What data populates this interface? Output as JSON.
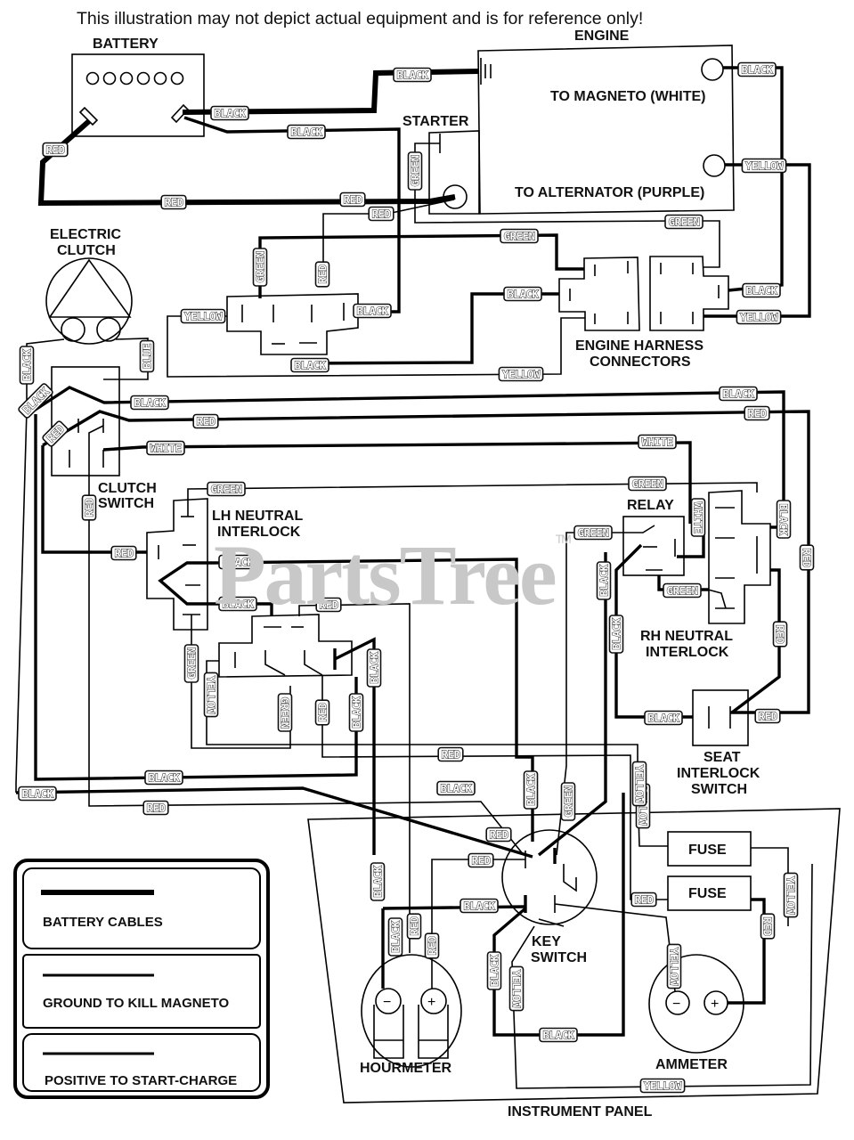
{
  "disclaimer": "This illustration may not depict actual equipment and is for reference only!",
  "watermark": "PartsTree",
  "watermark_tm": "TM",
  "components": {
    "battery": "BATTERY",
    "engine": "ENGINE",
    "to_magneto": "TO MAGNETO (WHITE)",
    "to_alternator": "TO ALTERNATOR (PURPLE)",
    "starter": "STARTER",
    "electric_clutch_line1": "ELECTRIC",
    "electric_clutch_line2": "CLUTCH",
    "engine_harness_line1": "ENGINE HARNESS",
    "engine_harness_line2": "CONNECTORS",
    "clutch_switch_line1": "CLUTCH",
    "clutch_switch_line2": "SWITCH",
    "lh_neutral_line1": "LH NEUTRAL",
    "lh_neutral_line2": "INTERLOCK",
    "relay": "RELAY",
    "rh_neutral_line1": "RH NEUTRAL",
    "rh_neutral_line2": "INTERLOCK",
    "seat_interlock_line1": "SEAT",
    "seat_interlock_line2": "INTERLOCK",
    "seat_interlock_line3": "SWITCH",
    "fuse_1": "FUSE",
    "fuse_2": "FUSE",
    "key_switch_line1": "KEY",
    "key_switch_line2": "SWITCH",
    "hourmeter": "HOURMETER",
    "ammeter": "AMMETER",
    "instrument_panel": "INSTRUMENT PANEL",
    "minus": "−",
    "plus": "+"
  },
  "legend": {
    "items": [
      {
        "label": "BATTERY CABLES",
        "line_style": "thick"
      },
      {
        "label": "GROUND TO KILL MAGNETO",
        "line_style": "medium"
      },
      {
        "label": "POSITIVE TO START-CHARGE",
        "line_style": "medium"
      }
    ]
  },
  "wire_labels": [
    {
      "id": "bat-black-1",
      "text": "BLACK"
    },
    {
      "id": "bat-black-2",
      "text": "BLACK"
    },
    {
      "id": "eng-black-top",
      "text": "BLACK"
    },
    {
      "id": "bat-red-left",
      "text": "RED"
    },
    {
      "id": "bat-red-bottom",
      "text": "RED"
    },
    {
      "id": "starter-red-1",
      "text": "RED"
    },
    {
      "id": "starter-red-2",
      "text": "RED"
    },
    {
      "id": "starter-green",
      "text": "GREEN"
    },
    {
      "id": "magneto-black",
      "text": "BLACK"
    },
    {
      "id": "alt-yellow",
      "text": "YELLOW"
    },
    {
      "id": "harness-green-right",
      "text": "GREEN"
    },
    {
      "id": "harness-green-left",
      "text": "GREEN"
    },
    {
      "id": "harness-black-left",
      "text": "BLACK"
    },
    {
      "id": "harness-black-right",
      "text": "BLACK"
    },
    {
      "id": "harness-yellow-right",
      "text": "YELLOW"
    },
    {
      "id": "harness-yellow-left",
      "text": "YELLOW"
    },
    {
      "id": "relay1-green",
      "text": "GREEN"
    },
    {
      "id": "relay1-red",
      "text": "RED"
    },
    {
      "id": "relay1-yellow",
      "text": "YELLOW"
    },
    {
      "id": "relay1-black-right",
      "text": "BLACK"
    },
    {
      "id": "relay1-black-bottom",
      "text": "BLACK"
    },
    {
      "id": "clutch-black",
      "text": "BLACK"
    },
    {
      "id": "clutch-blue",
      "text": "BLUE"
    },
    {
      "id": "cs-black-diag",
      "text": "BLACK"
    },
    {
      "id": "cs-black",
      "text": "BLACK"
    },
    {
      "id": "cs-red-diag",
      "text": "RED"
    },
    {
      "id": "cs-red",
      "text": "RED"
    },
    {
      "id": "cs-white",
      "text": "WHITE"
    },
    {
      "id": "cs-red-vert",
      "text": "RED"
    },
    {
      "id": "rh-black-top",
      "text": "BLACK"
    },
    {
      "id": "rh-red-top",
      "text": "RED"
    },
    {
      "id": "rh-white-top",
      "text": "WHITE"
    },
    {
      "id": "lh-green-top",
      "text": "GREEN"
    },
    {
      "id": "rh-green-top",
      "text": "GREEN"
    },
    {
      "id": "lh-red",
      "text": "RED"
    },
    {
      "id": "lh-black-1",
      "text": "BLACK"
    },
    {
      "id": "lh-black-2",
      "text": "BLACK"
    },
    {
      "id": "lh-red-2",
      "text": "RED"
    },
    {
      "id": "lh-green-vert",
      "text": "GREEN"
    },
    {
      "id": "sw-yellow",
      "text": "YELLOW"
    },
    {
      "id": "sw-green",
      "text": "GREEN"
    },
    {
      "id": "sw-red",
      "text": "RED"
    },
    {
      "id": "sw-black-1",
      "text": "BLACK"
    },
    {
      "id": "sw-black-2",
      "text": "BLACK"
    },
    {
      "id": "relay-green-left",
      "text": "GREEN"
    },
    {
      "id": "relay-black-vert",
      "text": "BLACK"
    },
    {
      "id": "relay-white-vert",
      "text": "WHITE"
    },
    {
      "id": "relay-green-bottom",
      "text": "GREEN"
    },
    {
      "id": "rh-black-vert",
      "text": "BLACK"
    },
    {
      "id": "rh-red-vert",
      "text": "RED"
    },
    {
      "id": "rh-red-vert-2",
      "text": "RED"
    },
    {
      "id": "relay-black-vert-2",
      "text": "BLACK"
    },
    {
      "id": "seat-black",
      "text": "BLACK"
    },
    {
      "id": "seat-red",
      "text": "RED"
    },
    {
      "id": "mid-red",
      "text": "RED"
    },
    {
      "id": "mid-black-1",
      "text": "BLACK"
    },
    {
      "id": "mid-black-2",
      "text": "BLACK"
    },
    {
      "id": "mid-red-2",
      "text": "RED"
    },
    {
      "id": "ks-black-top",
      "text": "BLACK"
    },
    {
      "id": "ks-black-diag",
      "text": "BLACK"
    },
    {
      "id": "ks-green-top",
      "text": "GREEN"
    },
    {
      "id": "ks-red-diag",
      "text": "RED"
    },
    {
      "id": "ks-red-left",
      "text": "RED"
    },
    {
      "id": "ks-black-left",
      "text": "BLACK"
    },
    {
      "id": "hm-black-1",
      "text": "BLACK"
    },
    {
      "id": "hm-black-2",
      "text": "BLACK"
    },
    {
      "id": "hm-red-1",
      "text": "RED"
    },
    {
      "id": "hm-red-2",
      "text": "RED"
    },
    {
      "id": "ks-black-bottom-vert",
      "text": "BLACK"
    },
    {
      "id": "ks-yellow-vert",
      "text": "YELLOW"
    },
    {
      "id": "ks-black-bottom",
      "text": "BLACK"
    },
    {
      "id": "fuse-yellow-left",
      "text": "YELLOW"
    },
    {
      "id": "fuse-red-left",
      "text": "RED"
    },
    {
      "id": "fuse-yellow-right",
      "text": "YELLOW"
    },
    {
      "id": "fuse-red-right",
      "text": "RED"
    },
    {
      "id": "am-yellow",
      "text": "YELLOW"
    },
    {
      "id": "panel-yellow-bottom",
      "text": "YELLOW"
    },
    {
      "id": "seat-yellow-vert",
      "text": "YELLOW"
    }
  ]
}
